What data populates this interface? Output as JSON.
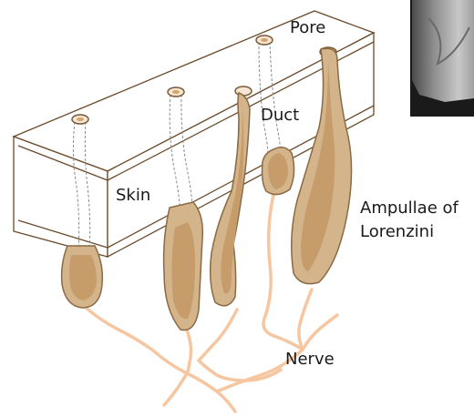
{
  "labels": {
    "pore": "Pore",
    "duct": "Duct",
    "skin": "Skin",
    "ampullae_line1": "Ampullae of",
    "ampullae_line2": "Lorenzini",
    "nerve": "Nerve"
  },
  "colors": {
    "ampulla_fill": "#d4b48a",
    "ampulla_inner": "#c69c6a",
    "ampulla_stroke": "#8a6a44",
    "nerve": "#f5c6a0",
    "skin_edge": "#6b4a2a",
    "photo_dark": "#1a1a1a",
    "photo_light": "#b8b8b8"
  }
}
